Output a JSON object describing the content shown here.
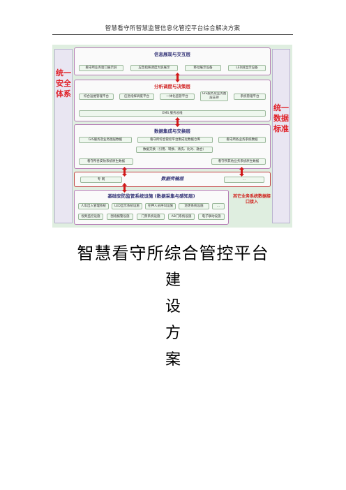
{
  "header": {
    "text": "智慧看守所智慧监管信息化管控平台综合解决方案"
  },
  "diagram": {
    "left_label": "统一安全体系",
    "right_label": "统一数据标准",
    "layers": {
      "presentation": {
        "title": "信息展现与交互层",
        "boxes": [
          "看守所业务窗口展示屏",
          "应急指挥调度大屏展示",
          "移动展示设备",
          "LED屏显示设备"
        ]
      },
      "analysis": {
        "title": "分析调度与决策层",
        "boxes": [
          "综合运维管理平台",
          "应急指挥调度平台",
          "一体化监管平台",
          "GIS服务及业务图层支持",
          "系统管理平台"
        ],
        "bus": "EMS 服务总线"
      },
      "integration": {
        "title": "数据集成与交换层",
        "boxes": [
          "GIS服务及业务图层数据",
          "看守所综合管控平台集成化数据仓库",
          "看守所各业务系统数据"
        ],
        "exchange": "数据交换（引用、转换、清洗、比对、融合）",
        "bottom_left": "看守所各安防系统原生数据",
        "bottom_right": "看守所其他业务系统原生数据"
      },
      "transport": {
        "title": "数据传输层",
        "left": "专 网",
        "right": "..."
      },
      "infrastructure": {
        "title": "基础安防监管系统设施 (数据采集与感知层)",
        "row1": [
          "人车出入管理系统",
          "LED显示系统设施",
          "在押人员呼叫设施",
          "巡更系统设施",
          "..."
        ],
        "row2": [
          "视频监控设施",
          "围墙报警设施",
          "门禁系统设施",
          "AB门系统设施",
          "电子联动设施"
        ]
      }
    },
    "other_systems": "其它业务系统数据接口接入"
  },
  "document": {
    "title": "智慧看守所综合管控平台",
    "vertical_chars": [
      "建",
      "设",
      "方",
      "案"
    ]
  }
}
